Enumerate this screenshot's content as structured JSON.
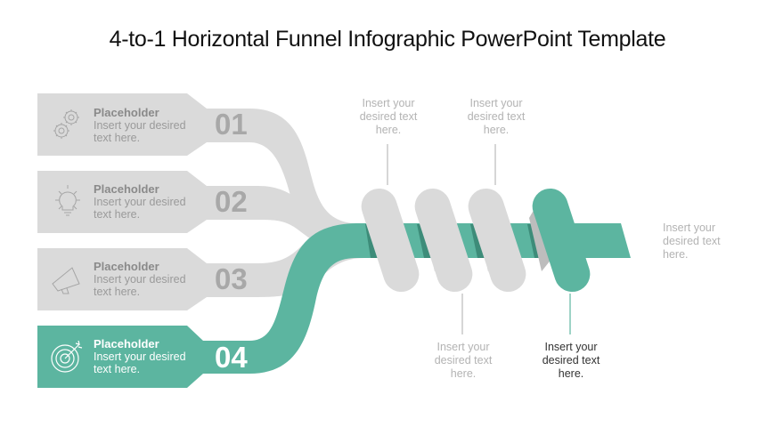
{
  "title": "4-to-1 Horizontal Funnel Infographic PowerPoint Template",
  "colors": {
    "accent": "#5cb5a0",
    "accent_dark": "#3d8c79",
    "inactive": "#dadada",
    "inactive_text": "#9a9a9a"
  },
  "rows": [
    {
      "number": "01",
      "heading": "Placeholder",
      "line1": "Insert your desired",
      "line2": "text here.",
      "icon": "gears-icon",
      "active": false
    },
    {
      "number": "02",
      "heading": "Placeholder",
      "line1": "Insert your desired",
      "line2": "text here.",
      "icon": "lightbulb-icon",
      "active": false
    },
    {
      "number": "03",
      "heading": "Placeholder",
      "line1": "Insert your desired",
      "line2": "text here.",
      "icon": "megaphone-icon",
      "active": false
    },
    {
      "number": "04",
      "heading": "Placeholder",
      "line1": "Insert your desired",
      "line2": "text here.",
      "icon": "target-icon",
      "active": true
    }
  ],
  "callouts": [
    {
      "line1": "Insert your",
      "line2": "desired text",
      "line3": "here.",
      "position": "top",
      "active": false
    },
    {
      "line1": "Insert your",
      "line2": "desired text",
      "line3": "here.",
      "position": "top",
      "active": false
    },
    {
      "line1": "Insert your",
      "line2": "desired text",
      "line3": "here.",
      "position": "bottom",
      "active": false
    },
    {
      "line1": "Insert your",
      "line2": "desired text",
      "line3": "here.",
      "position": "bottom",
      "active": true
    },
    {
      "line1": "Insert your",
      "line2": "desired text",
      "line3": "here.",
      "position": "right",
      "active": false
    }
  ]
}
